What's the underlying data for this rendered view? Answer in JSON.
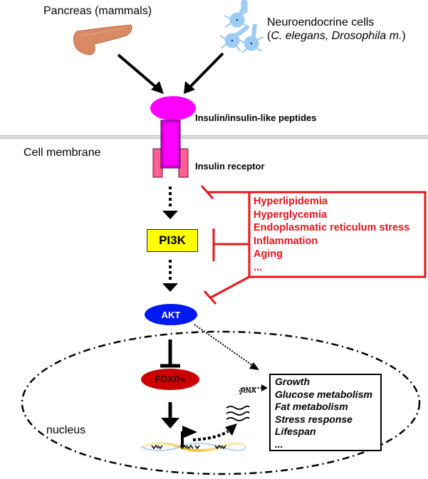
{
  "diagram": {
    "title": "Insulin/IGF signaling pathway",
    "sources": {
      "pancreas_label": "Pancreas (mammals)",
      "neuro_label_line1": "Neuroendocrine cells",
      "neuro_label_line2": "(C. elegans, Drosophila m.)"
    },
    "ligand_label": "Insulin/insulin-like peptides",
    "membrane_label": "Cell membrane",
    "receptor_label": "Insulin receptor",
    "nodes": {
      "pi3k": "PI3K",
      "akt": "AKT",
      "foxo": "FOXOs"
    },
    "inhibitors": {
      "items": [
        "Hyperlipidemia",
        "Hyperglycemia",
        "Endoplasmatic reticulum stress",
        "Inflammation",
        "Aging",
        "..."
      ],
      "color": "#e8141b"
    },
    "nucleus_label": "nucleus",
    "rna_label": "RNA",
    "outputs": {
      "items": [
        "Growth",
        "Glucose metabolism",
        "Fat metabolism",
        "Stress response",
        "Lifespan",
        "..."
      ]
    },
    "colors": {
      "ligand": "#ff00ff",
      "receptor_core": "#e600e6",
      "receptor_base": "#ff5f93",
      "pi3k": "#ffff00",
      "akt": "#0019f0",
      "foxo": "#cc0000",
      "inhibition": "#e8141b",
      "neuro_cells": "#9ccbf3",
      "pancreas": "#d98a64"
    }
  }
}
